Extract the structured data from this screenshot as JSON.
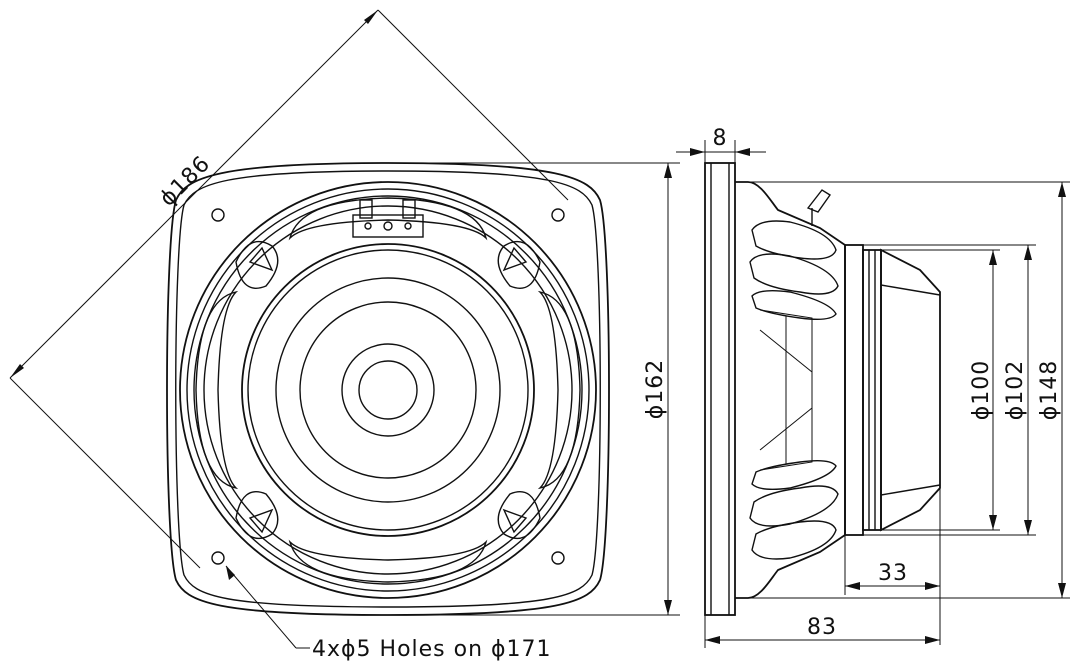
{
  "front_view": {
    "diameter_diagonal": "ϕ186",
    "diameter_vertical": "ϕ162",
    "holes_note": "4xϕ5 Holes on ϕ171"
  },
  "side_view": {
    "flange_thickness": "8",
    "magnet_diameter_inner": "ϕ100",
    "magnet_diameter_outer": "ϕ102",
    "frame_diameter": "ϕ148",
    "magnet_depth": "33",
    "overall_depth": "83"
  },
  "colors": {
    "line": "#111111",
    "background": "#ffffff"
  }
}
